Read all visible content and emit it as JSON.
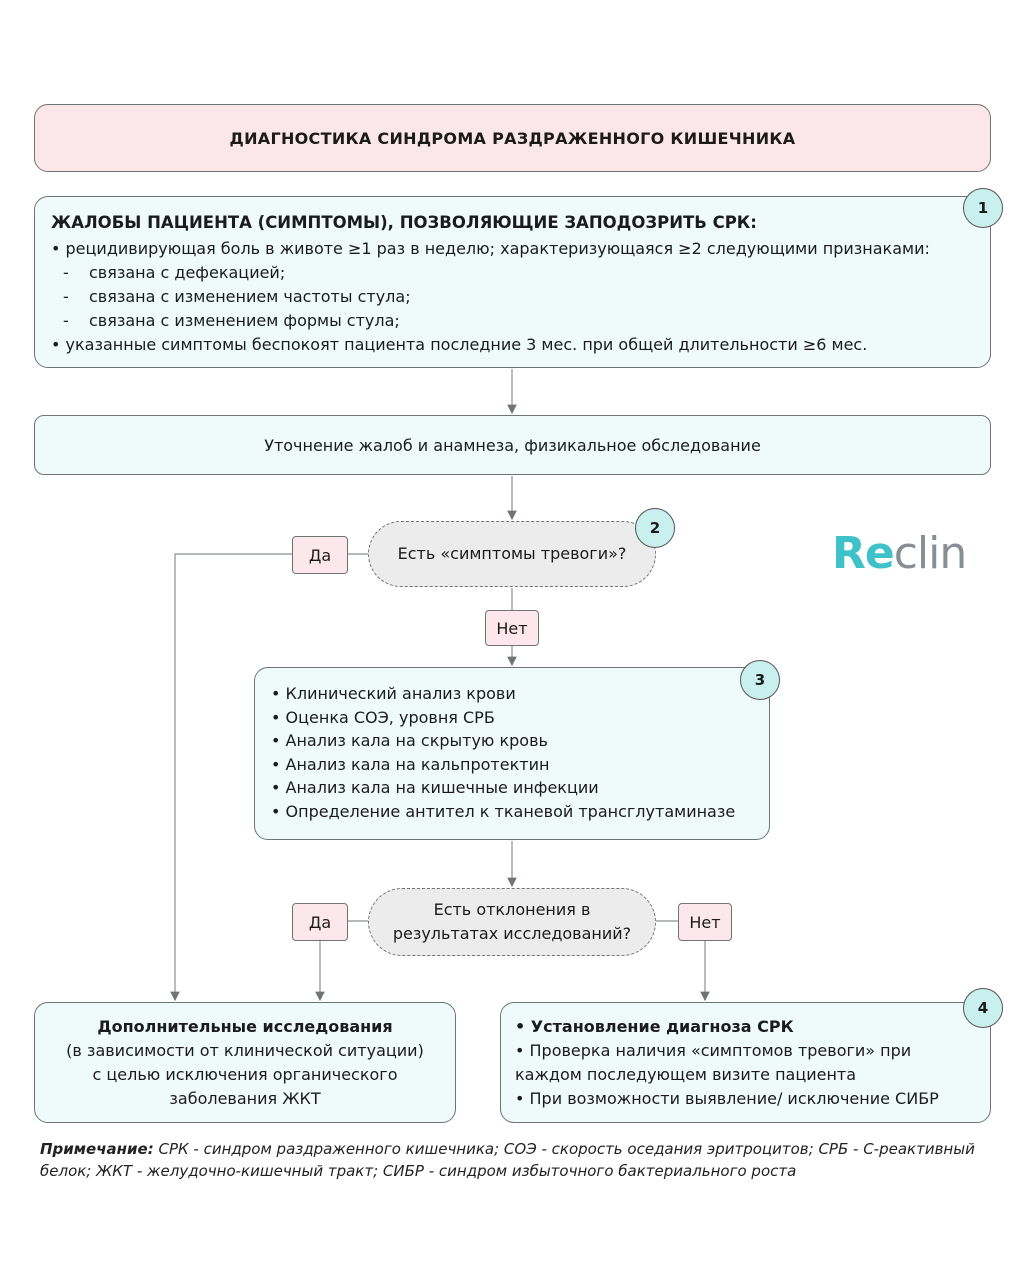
{
  "title": "ДИАГНОСТИКА СИНДРОМА РАЗДРАЖЕННОГО КИШЕЧНИКА",
  "block1": {
    "badge": "1",
    "heading": "ЖАЛОБЫ ПАЦИЕНТА (СИМПТОМЫ), ПОЗВОЛЯЮЩИЕ ЗАПОДОЗРИТЬ СРК:",
    "bullet1": "• рецидивирующая боль в животе ≥1 раз в неделю; характеризующаяся ≥2 следующими признаками:",
    "sub_items": [
      "связана с дефекацией;",
      "связана с изменением частоты стула;",
      "связана с изменением формы стула;"
    ],
    "sub_dash": "-",
    "bullet2": "• указанные симптомы беспокоят пациента последние 3 мес. при общей длительности ≥6 мес."
  },
  "exam": "Уточнение жалоб и анамнеза, физикальное обследование",
  "decision1": {
    "badge": "2",
    "text": "Есть «симптомы тревоги»?",
    "yes": "Да",
    "no": "Нет"
  },
  "block3": {
    "badge": "3",
    "items": [
      "• Клинический анализ крови",
      "• Оценка СОЭ, уровня СРБ",
      "• Анализ кала на скрытую кровь",
      "• Анализ кала на кальпротектин",
      "• Анализ кала на кишечные инфекции",
      "• Определение антител к тканевой трансглутаминазе"
    ]
  },
  "decision2": {
    "line1": "Есть отклонения в",
    "line2": "результатах исследований?",
    "yes": "Да",
    "no": "Нет"
  },
  "left_block": {
    "heading": "Дополнительные исследования",
    "line1": "(в зависимости от клинической ситуации)",
    "line2": "с целью исключения органического",
    "line3": "заболевания ЖКТ"
  },
  "block4": {
    "badge": "4",
    "item1": "• Установление диагноза СРК",
    "item2": "• Проверка наличия «симптомов тревоги» при каждом последующем визите пациента",
    "item3": "• При возможности выявление/ исключение СИБР"
  },
  "logo": {
    "part1": "Re",
    "part2": "clin"
  },
  "note": {
    "label": "Примечание:",
    "text": " СРК - синдром раздраженного кишечника; СОЭ - скорость оседания эритроцитов; СРБ - С-реактивный белок; ЖКТ - желудочно-кишечный тракт; СИБР - синдром избыточного бактериального роста"
  },
  "colors": {
    "title_bg": "#fbe6ea",
    "box_bg": "#effafa",
    "decision_bg": "#ececec",
    "label_bg": "#fce8ec",
    "badge_bg": "#c9efef",
    "logo_accent": "#3fc1c9",
    "logo_gray": "#888e93"
  }
}
